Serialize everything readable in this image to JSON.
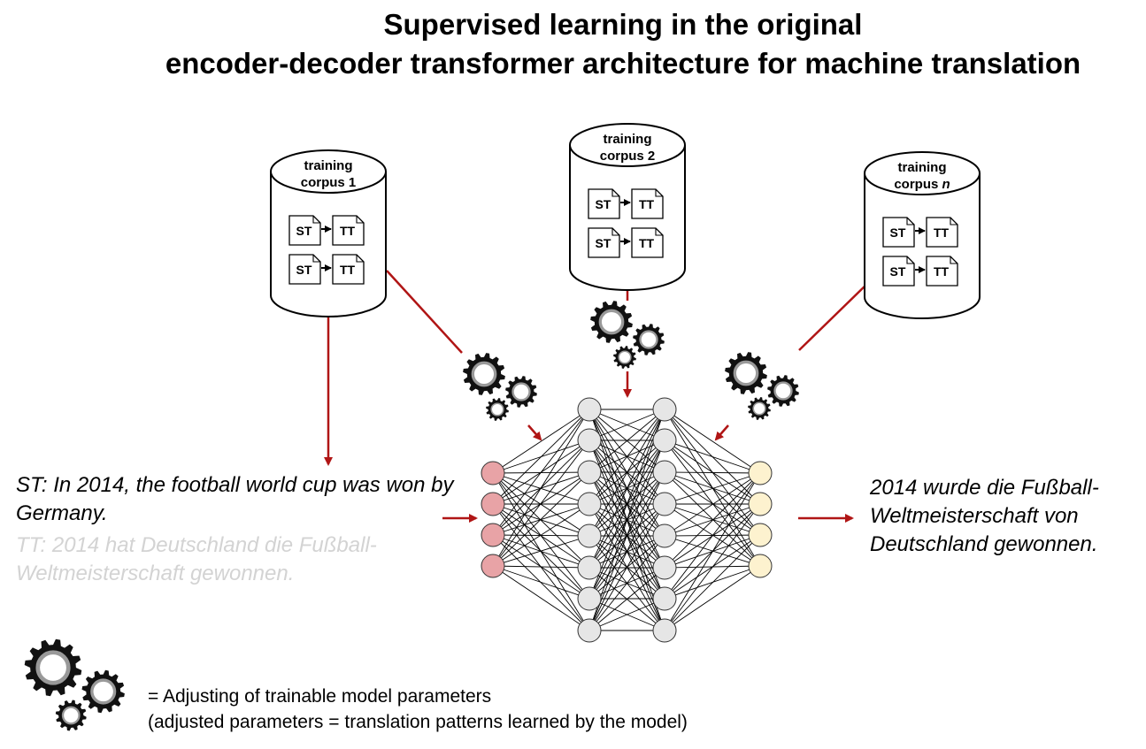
{
  "title": {
    "line1": "Supervised learning in the original",
    "line2": "encoder-decoder transformer architecture for machine translation"
  },
  "corpora": [
    {
      "line1": "training",
      "line2_prefix": "corpus ",
      "line2_suffix": "1",
      "italic_suffix": false
    },
    {
      "line1": "training",
      "line2_prefix": "corpus ",
      "line2_suffix": "2",
      "italic_suffix": false
    },
    {
      "line1": "training",
      "line2_prefix": "corpus ",
      "line2_suffix": "n",
      "italic_suffix": true
    }
  ],
  "doc_pair": {
    "source": "ST",
    "target": "TT"
  },
  "source_text": {
    "st": "ST: In 2014, the football world cup was won by Germany.",
    "tt": "TT: 2014 hat Deutschland die Fußball-Weltmeisterschaft gewonnen."
  },
  "output_text": "2014 wurde die Fußball-Weltmeisterschaft von Deutschland gewonnen.",
  "legend": {
    "line1": "= Adjusting of trainable model parameters",
    "line2": "(adjusted parameters = translation patterns learned by the model)"
  },
  "colors": {
    "arrow": "#b01515",
    "input_node": "#e8a3a6",
    "hidden_node": "#e6e6e6",
    "output_node": "#fdf2cf",
    "gear": "#111111",
    "faded_text": "#d3d3d3"
  },
  "network": {
    "input_nodes": 4,
    "hidden1_nodes": 8,
    "hidden2_nodes": 8,
    "output_nodes": 4
  }
}
